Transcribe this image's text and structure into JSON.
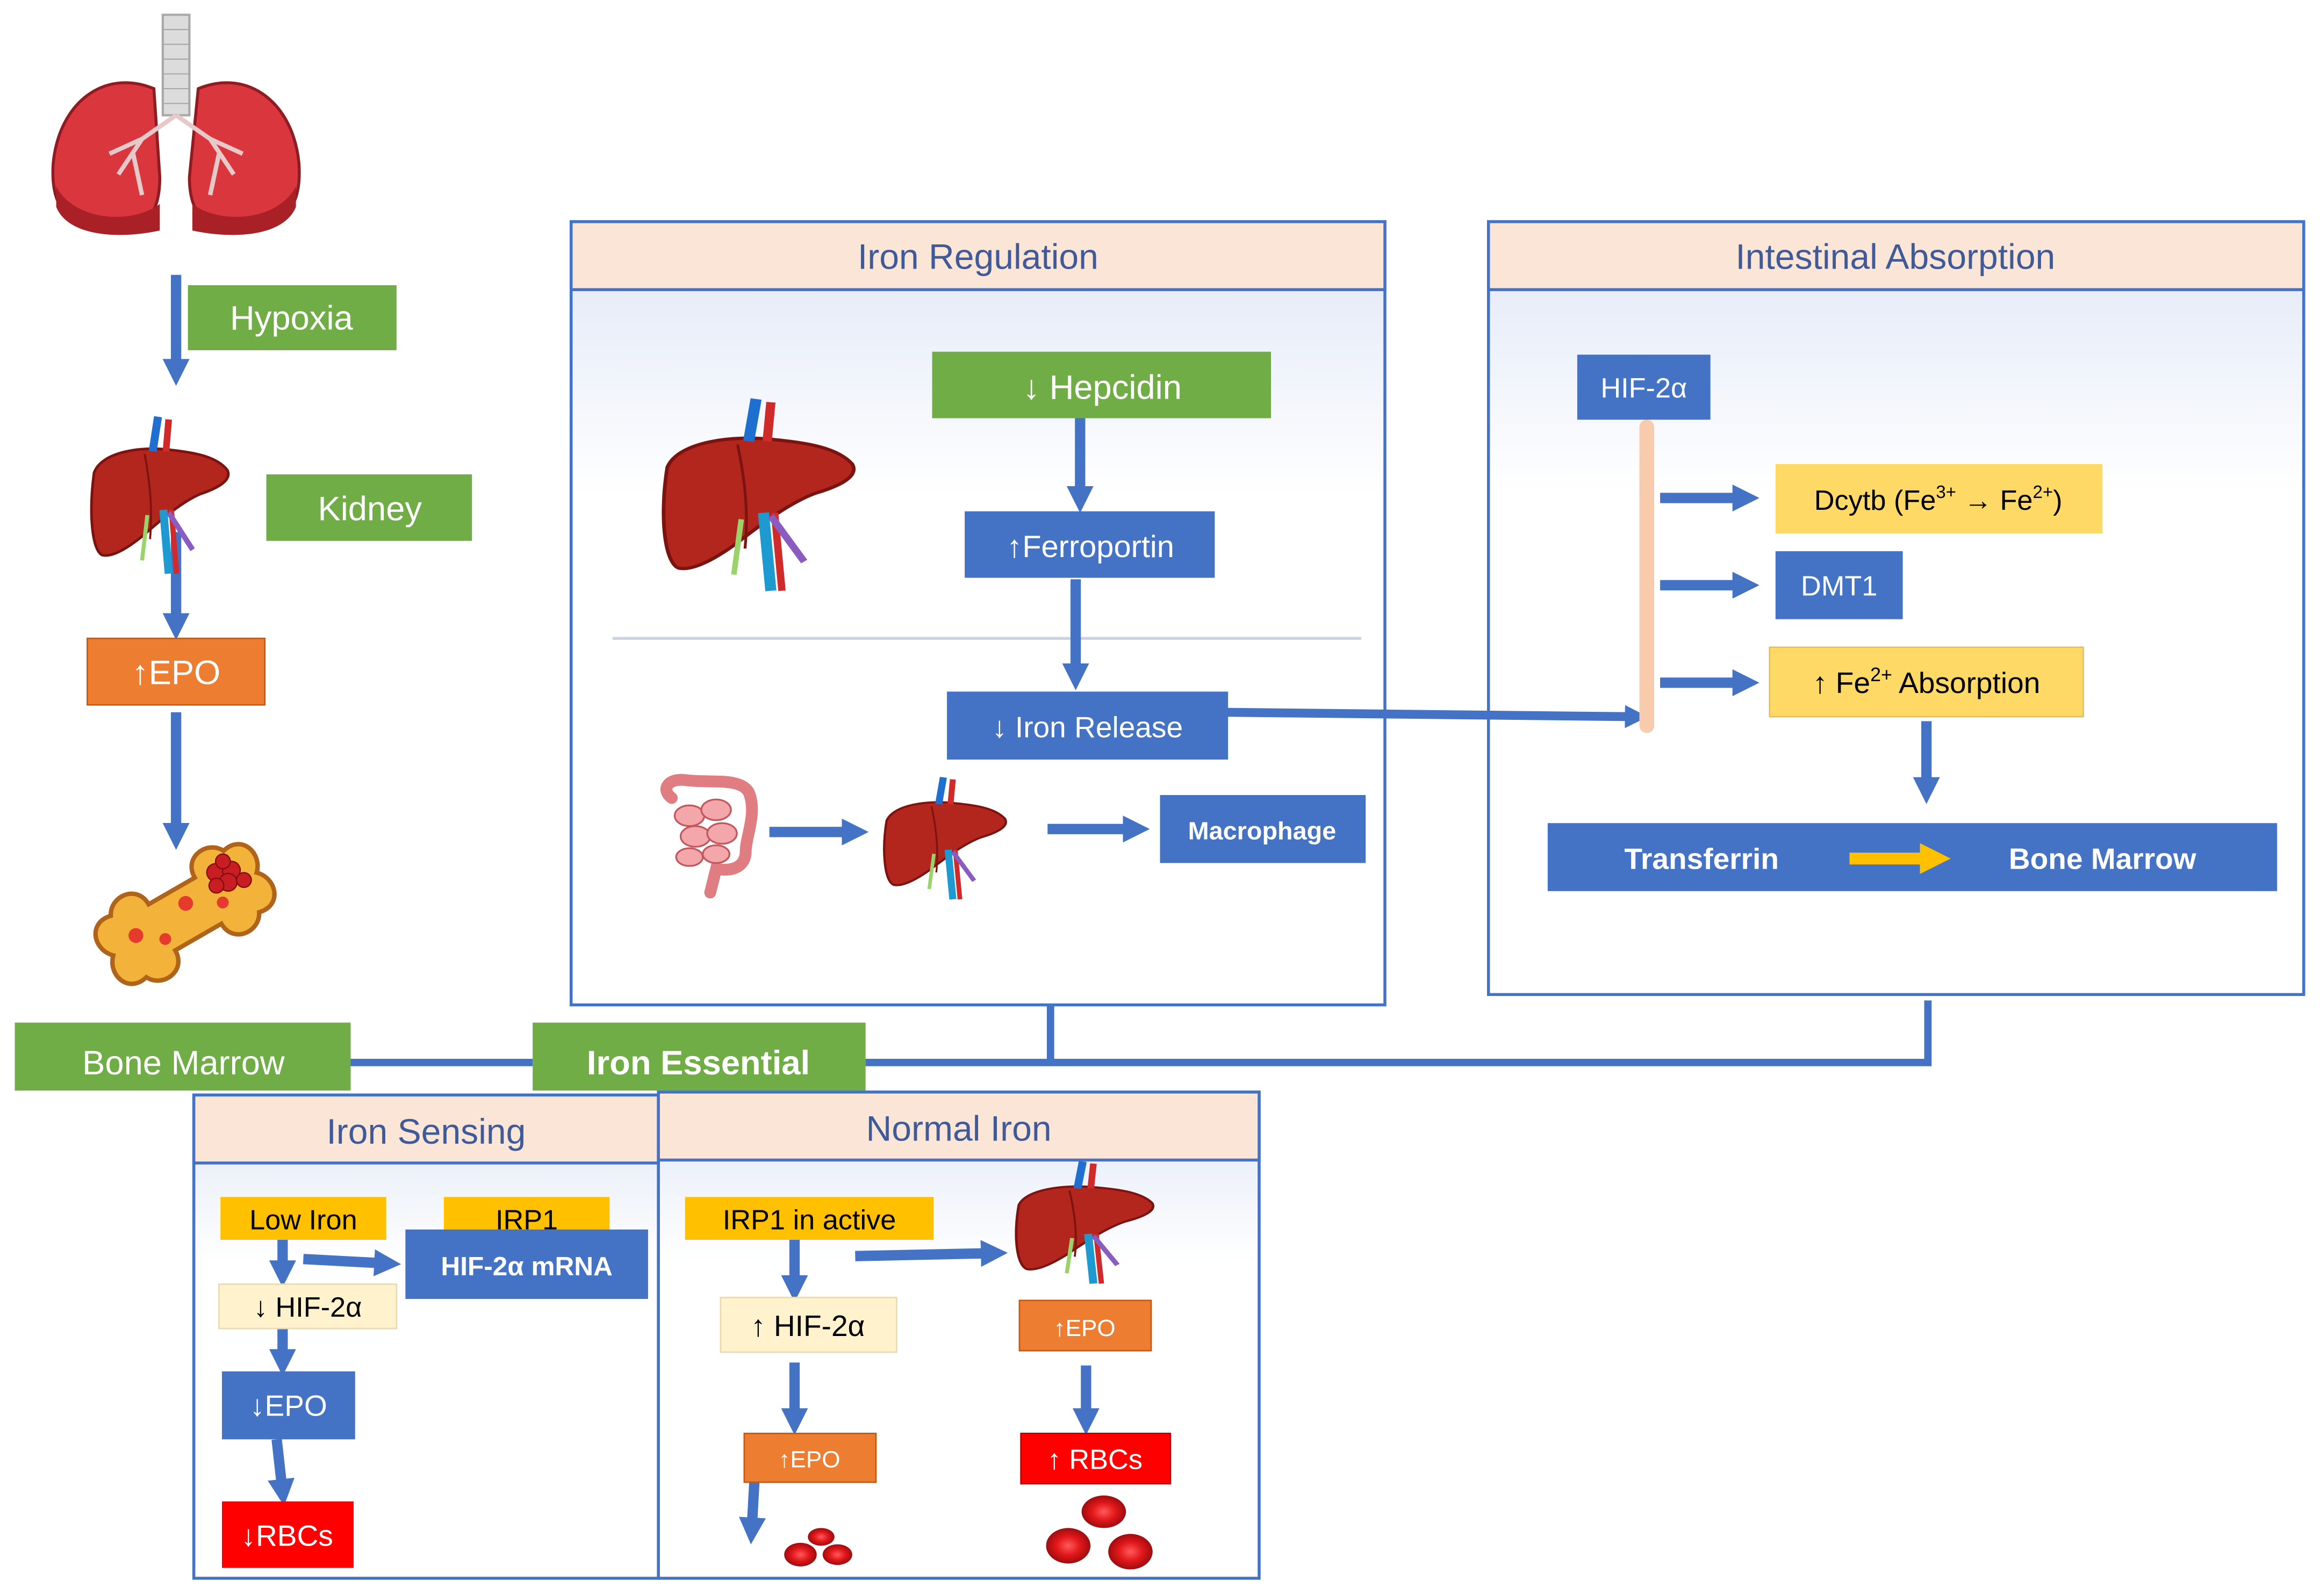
{
  "left_flow": {
    "hypoxia": "Hypoxia",
    "kidney": "Kidney",
    "epo_up": "↑EPO",
    "bone_marrow": "Bone Marrow"
  },
  "iron_essential": "Iron Essential",
  "iron_regulation": {
    "title": "Iron Regulation",
    "hepcidin": "↓ Hepcidin",
    "ferroportin": "↑Ferroportin",
    "iron_release": "↓ Iron Release",
    "macrophage": "Macrophage"
  },
  "intestinal_absorption": {
    "title": "Intestinal Absorption",
    "hif": "HIF-2α",
    "dcytb_prefix": "Dcytb (Fe",
    "dcytb_sup1": "3+",
    "dcytb_mid": " → Fe",
    "dcytb_sup2": "2+",
    "dcytb_suffix": ")",
    "dmt1": "DMT1",
    "abs_prefix": "↑ Fe",
    "abs_sup": "2+",
    "abs_suffix": " Absorption",
    "transferrin": "Transferrin",
    "bone_marrow": "Bone Marrow"
  },
  "iron_sensing": {
    "title": "Iron Sensing",
    "low_iron": "Low Iron",
    "irp1": "IRP1",
    "hif_mrna": "HIF-2α mRNA",
    "hif_down": "↓ HIF-2α",
    "epo_down": "↓EPO",
    "rbc_down": "↓RBCs"
  },
  "normal_iron": {
    "title": "Normal Iron",
    "irp1_active": "IRP1 in active",
    "hif_up": "↑ HIF-2α",
    "epo_up_left": "↑EPO",
    "epo_up_right": "↑EPO",
    "rbc_up": "↑ RBCs"
  },
  "colors": {
    "blue_box": "#4472c4",
    "arrow_blue": "#4472c4",
    "green": "#70ad47",
    "orange": "#ed7d31",
    "yellow": "#ffc000",
    "light_yellow": "#ffd966",
    "cream": "#fff2cc",
    "red": "#ff0000",
    "panel_header": "#fbe5d6",
    "panel_border": "#4472c4"
  },
  "icons": [
    "lungs-icon",
    "liver-icon",
    "bone-marrow-icon",
    "intestine-icon",
    "red-blood-cells-icon"
  ]
}
